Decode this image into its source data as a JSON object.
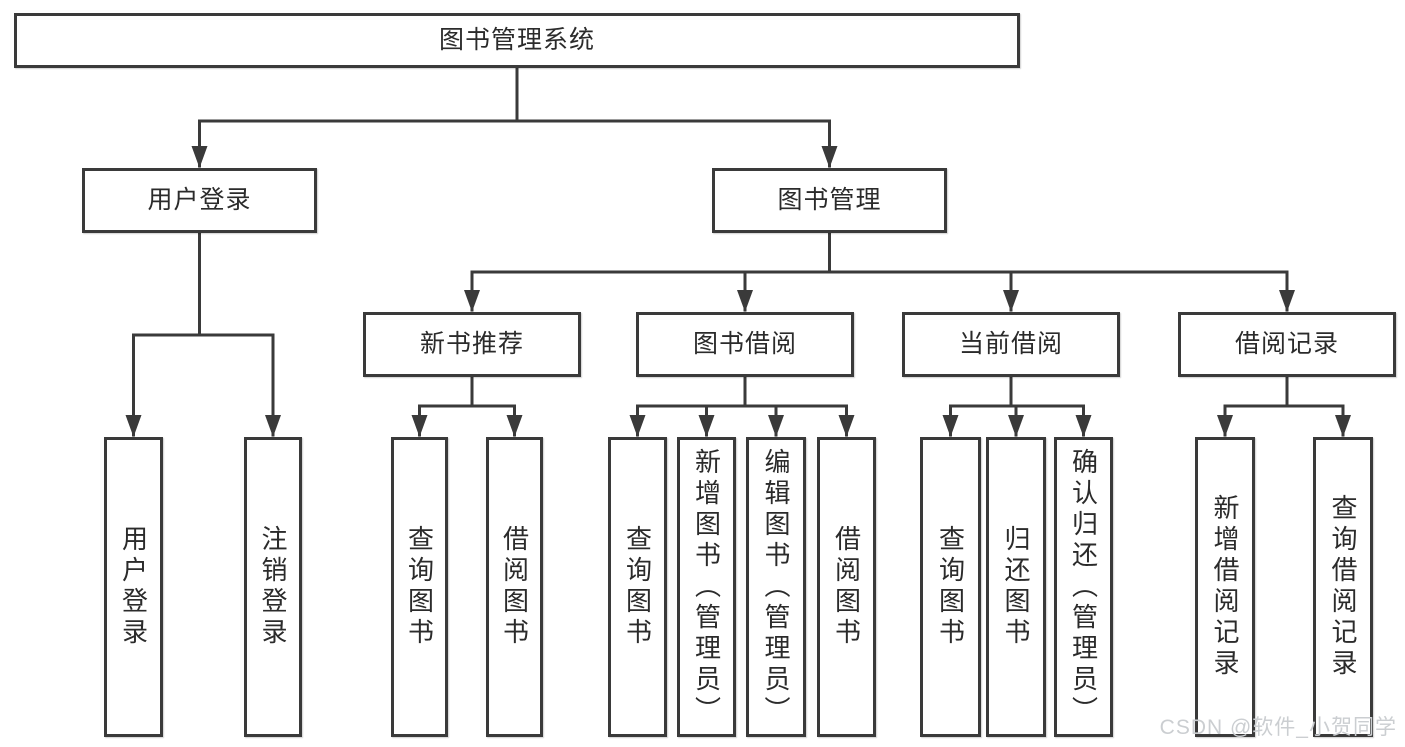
{
  "style": {
    "page_background": "#ffffff",
    "line_color": "#3a3a3a",
    "box_border_color": "#3a3a3a",
    "box_fill": "#ffffff",
    "text_color": "#2b2b2b",
    "watermark_color": "#cbced1"
  },
  "tree": {
    "root": {
      "label": "图书管理系统",
      "children": [
        {
          "label": "用户登录",
          "children": [
            {
              "label": "用户登录"
            },
            {
              "label": "注销登录"
            }
          ]
        },
        {
          "label": "图书管理",
          "children": [
            {
              "label": "新书推荐",
              "children": [
                {
                  "label": "查询图书"
                },
                {
                  "label": "借阅图书"
                }
              ]
            },
            {
              "label": "图书借阅",
              "children": [
                {
                  "label": "查询图书"
                },
                {
                  "label": "新增图书（管理员）"
                },
                {
                  "label": "编辑图书（管理员）"
                },
                {
                  "label": "借阅图书"
                }
              ]
            },
            {
              "label": "当前借阅",
              "children": [
                {
                  "label": "查询图书"
                },
                {
                  "label": "归还图书"
                },
                {
                  "label": "确认归还（管理员）"
                }
              ]
            },
            {
              "label": "借阅记录",
              "children": [
                {
                  "label": "新增借阅记录"
                },
                {
                  "label": "查询借阅记录"
                }
              ]
            }
          ]
        }
      ]
    }
  },
  "watermark": {
    "text": "CSDN @软件_小贺同学"
  }
}
